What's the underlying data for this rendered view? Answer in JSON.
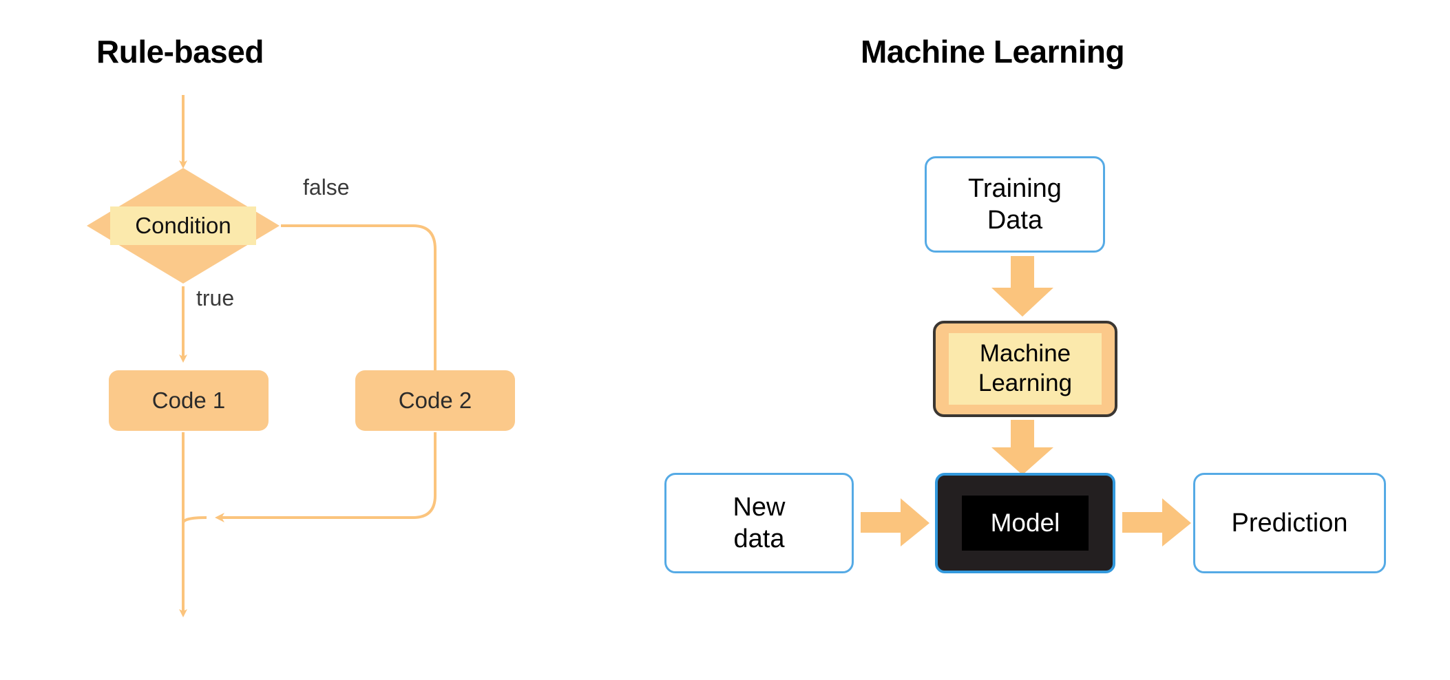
{
  "panels": {
    "left": {
      "title": "Rule-based",
      "nodes": {
        "condition": "Condition",
        "code1": "Code 1",
        "code2": "Code 2"
      },
      "edge_labels": {
        "true": "true",
        "false": "false"
      }
    },
    "right": {
      "title": "Machine Learning",
      "nodes": {
        "training_data_line1": "Training",
        "training_data_line2": "Data",
        "ml_line1": "Machine",
        "ml_line2": "Learning",
        "new_data_line1": "New",
        "new_data_line2": "data",
        "model": "Model",
        "prediction": "Prediction"
      }
    }
  },
  "colors": {
    "arrow_orange": "#FBC47D",
    "node_orange": "#FBC98A",
    "label_yellow": "#FBE9AC",
    "border_blue": "#55AAE5",
    "model_fill": "#231F20",
    "model_inner": "#000000",
    "ml_border": "#3A3632",
    "title_black": "#000000",
    "background": "#FFFFFF"
  }
}
